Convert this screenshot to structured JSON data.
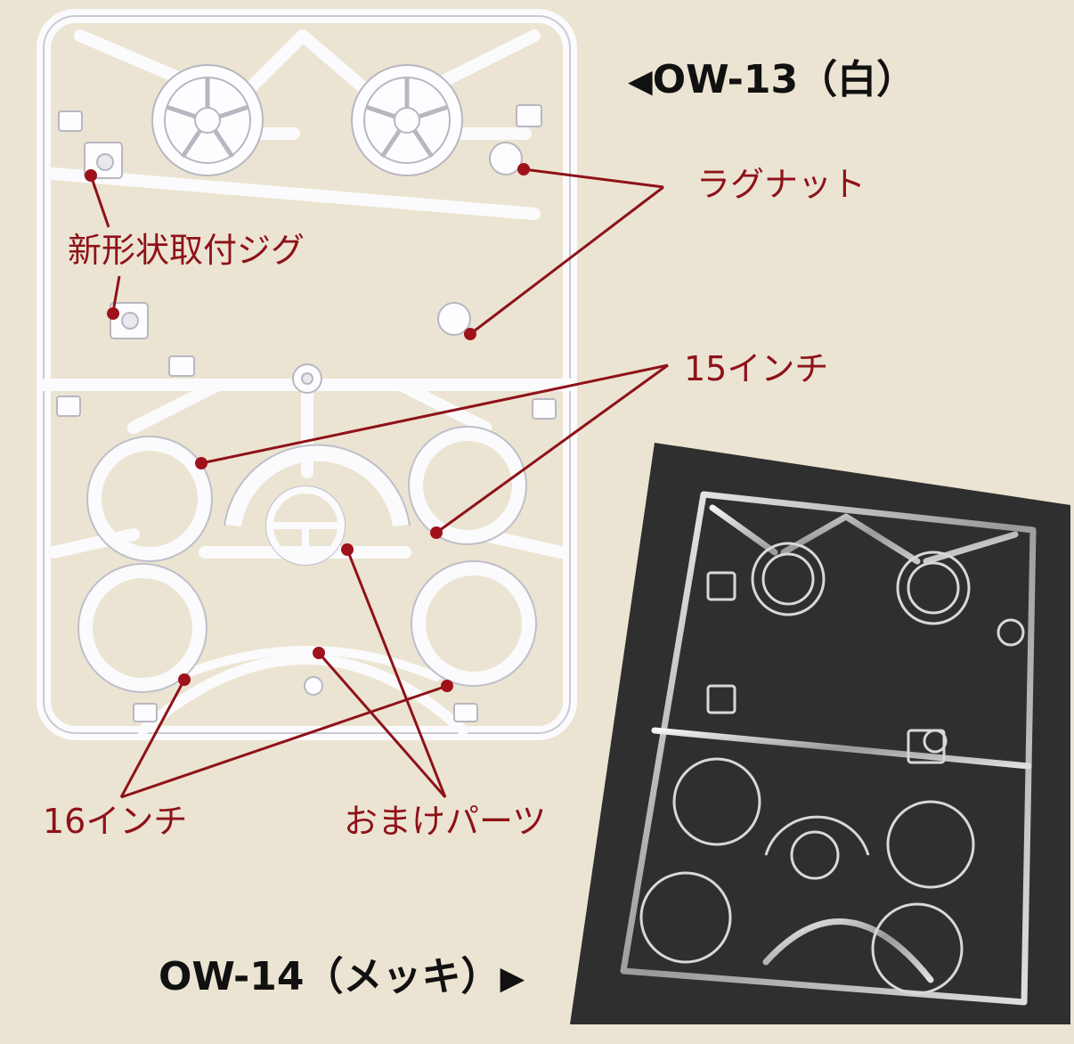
{
  "labels": {
    "ow13": "OW-13（白）",
    "ow14": "OW-14（メッキ）",
    "lug_nut": "ラグナット",
    "jig": "新形状取付ジグ",
    "inch15": "15インチ",
    "inch16": "16インチ",
    "bonus_parts": "おまけパーツ"
  },
  "icons": {
    "left": "left-pointing-triangle",
    "right": "right-pointing-triangle"
  },
  "colors": {
    "background": "#ece4d2",
    "callout": "#8e1219",
    "white_runner": "#fbfbfd",
    "chrome_backdrop": "#2f2f2f",
    "chrome_runner": "#c9c9c9"
  }
}
